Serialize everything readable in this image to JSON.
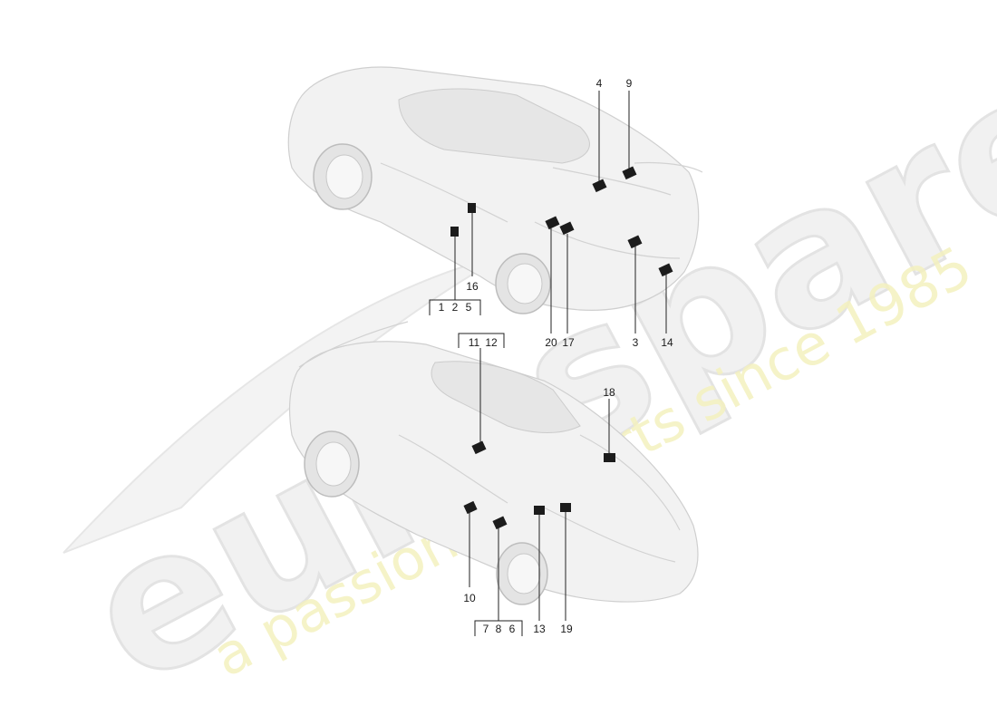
{
  "watermark": {
    "brand": "eurospares",
    "tagline": "a passion for parts since 1985"
  },
  "diagram": {
    "rear_view_callouts": {
      "c4": "4",
      "c9": "9",
      "c16": "16",
      "group_a": {
        "n1": "1",
        "n2": "2",
        "n3": "5"
      },
      "c20": "20",
      "c17": "17",
      "c3": "3",
      "c14": "14"
    },
    "front_view_callouts": {
      "group_b": {
        "n1": "11",
        "n2": "12"
      },
      "c18": "18",
      "c10": "10",
      "group_c": {
        "n1": "7",
        "n2": "8",
        "n3": "6"
      },
      "c13": "13",
      "c19": "19"
    }
  }
}
